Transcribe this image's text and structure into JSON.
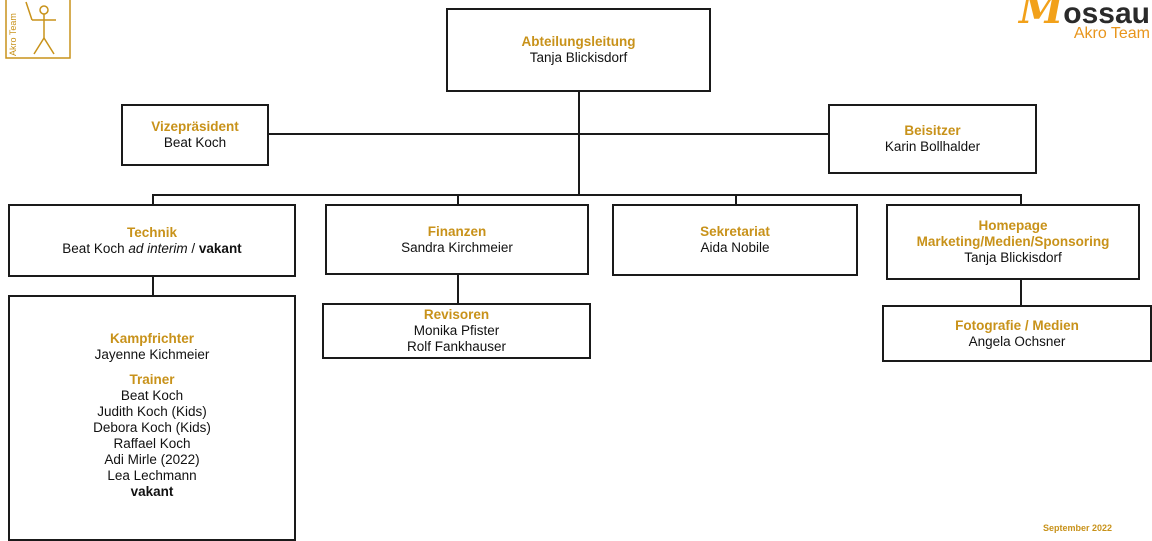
{
  "logo_left": {
    "text": "Akro Team"
  },
  "logo_right": {
    "initial": "M",
    "rest": "ossau",
    "subtitle": "Akro Team"
  },
  "date": "September 2022",
  "boxes": {
    "abteilungsleitung": {
      "title": "Abteilungsleitung",
      "names": [
        "Tanja Blickisdorf"
      ]
    },
    "vizepraesident": {
      "title": "Vizepräsident",
      "names": [
        "Beat Koch"
      ]
    },
    "beisitzer": {
      "title": "Beisitzer",
      "names": [
        "Karin Bollhalder"
      ]
    },
    "technik": {
      "title": "Technik",
      "name": "Beat Koch",
      "italic": "ad interim",
      "sep": " / ",
      "bold": "vakant"
    },
    "finanzen": {
      "title": "Finanzen",
      "names": [
        "Sandra Kirchmeier"
      ]
    },
    "sekretariat": {
      "title": "Sekretariat",
      "names": [
        "Aida Nobile"
      ]
    },
    "homepage": {
      "title_lines": [
        "Homepage",
        "Marketing/Medien/Sponsoring"
      ],
      "names": [
        "Tanja Blickisdorf"
      ]
    },
    "revisoren": {
      "title": "Revisoren",
      "names": [
        "Monika Pfister",
        "Rolf Fankhauser"
      ]
    },
    "fotografie": {
      "title": "Fotografie / Medien",
      "names": [
        "Angela Ochsner"
      ]
    },
    "kampfrichter": {
      "title": "Kampfrichter",
      "names": [
        "Jayenne Kichmeier"
      ]
    },
    "trainer": {
      "title": "Trainer",
      "names": [
        "Beat Koch",
        "Judith Koch (Kids)",
        "Debora Koch (Kids)",
        "Raffael Koch",
        "Adi Mirle (2022)",
        "Lea Lechmann"
      ],
      "last_bold": "vakant"
    }
  }
}
